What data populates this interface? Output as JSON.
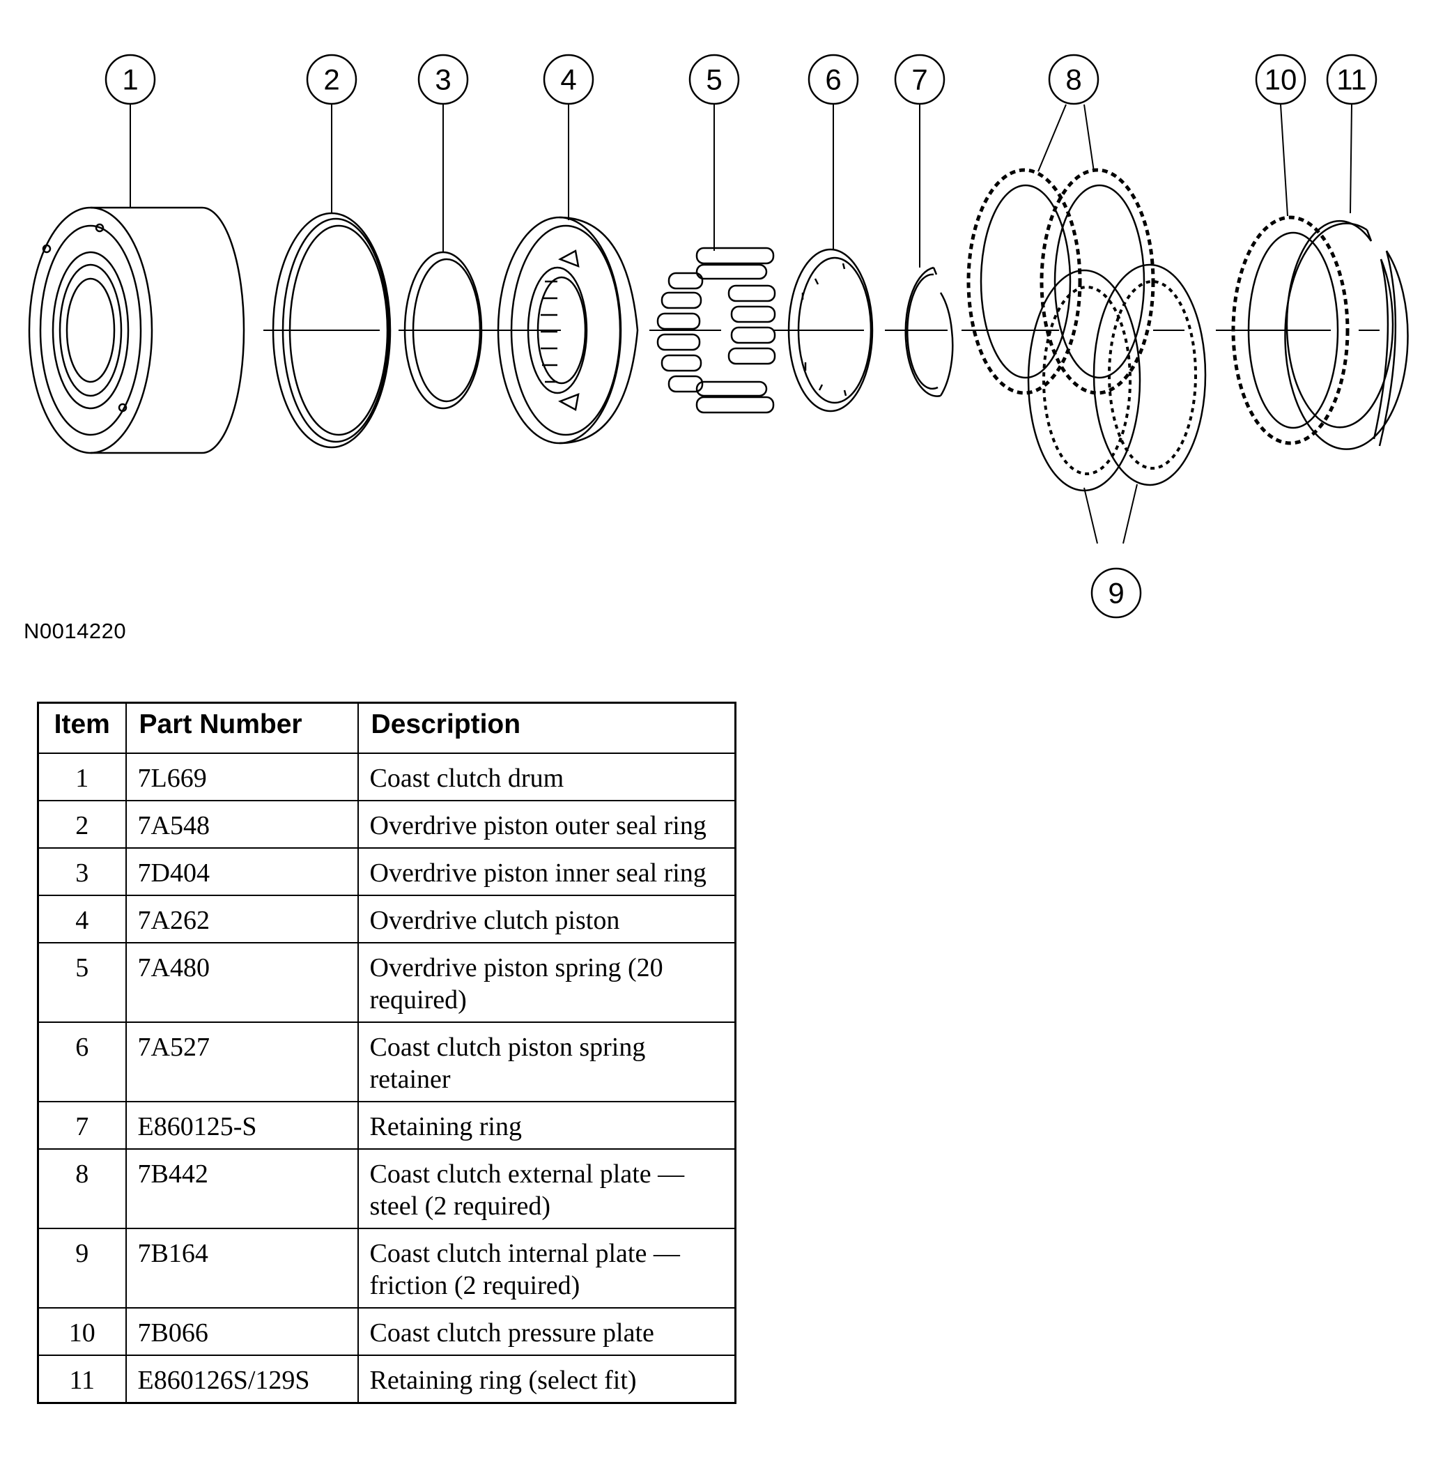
{
  "figure": {
    "id_label": "N0014220",
    "callouts": [
      "1",
      "2",
      "3",
      "4",
      "5",
      "6",
      "7",
      "8",
      "9",
      "10",
      "11"
    ]
  },
  "table": {
    "headers": {
      "item": "Item",
      "part_number": "Part Number",
      "description": "Description"
    },
    "rows": [
      {
        "item": "1",
        "part_number": "7L669",
        "description": "Coast clutch drum"
      },
      {
        "item": "2",
        "part_number": "7A548",
        "description": "Overdrive piston outer seal ring"
      },
      {
        "item": "3",
        "part_number": "7D404",
        "description": "Overdrive piston inner seal ring"
      },
      {
        "item": "4",
        "part_number": "7A262",
        "description": "Overdrive clutch piston"
      },
      {
        "item": "5",
        "part_number": "7A480",
        "description": "Overdrive piston spring (20 required)"
      },
      {
        "item": "6",
        "part_number": "7A527",
        "description": "Coast clutch piston spring retainer"
      },
      {
        "item": "7",
        "part_number": "E860125-S",
        "description": "Retaining ring"
      },
      {
        "item": "8",
        "part_number": "7B442",
        "description": "Coast clutch external plate — steel (2 required)"
      },
      {
        "item": "9",
        "part_number": "7B164",
        "description": "Coast clutch internal plate — friction (2 required)"
      },
      {
        "item": "10",
        "part_number": "7B066",
        "description": "Coast clutch pressure plate"
      },
      {
        "item": "11",
        "part_number": "E860126S/129S",
        "description": "Retaining ring (select fit)"
      }
    ]
  }
}
